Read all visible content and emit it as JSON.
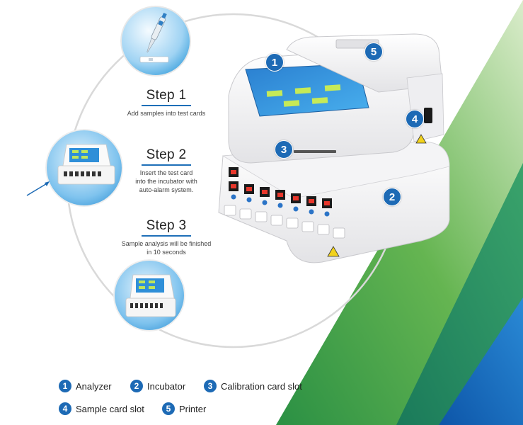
{
  "steps": [
    {
      "title": "Step 1",
      "desc": [
        "Add samples into test cards"
      ]
    },
    {
      "title": "Step 2",
      "desc": [
        "Insert the test card",
        "into the incubator with",
        "auto-alarm system."
      ]
    },
    {
      "title": "Step 3",
      "desc": [
        "Sample analysis will be finished",
        "in 10 seconds"
      ]
    }
  ],
  "callouts": [
    "1",
    "2",
    "3",
    "4",
    "5"
  ],
  "legend": [
    {
      "num": "1",
      "label": "Analyzer"
    },
    {
      "num": "2",
      "label": "Incubator"
    },
    {
      "num": "3",
      "label": "Calibration card slot"
    },
    {
      "num": "4",
      "label": "Sample card slot"
    },
    {
      "num": "5",
      "label": "Printer"
    }
  ],
  "colors": {
    "accent_blue": "#1d6ab5",
    "green_dark": "#2e8b3e",
    "green_light": "#8cc63f",
    "blue_stripe": "#1565c0"
  }
}
